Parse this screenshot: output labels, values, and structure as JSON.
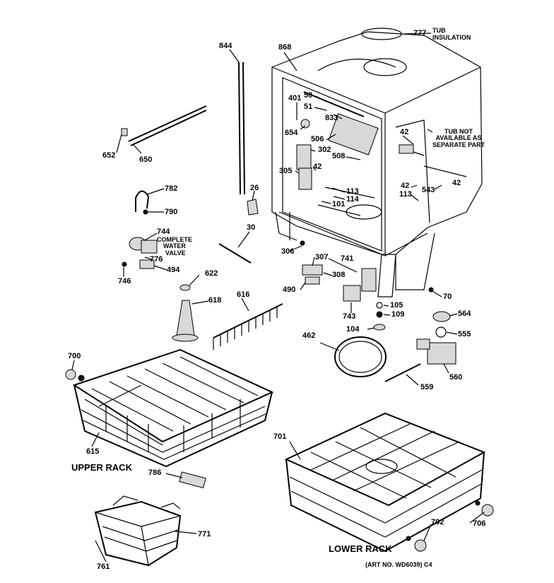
{
  "labels": {
    "777": "777",
    "tub_insulation_1": "TUB",
    "tub_insulation_2": "INSULATION",
    "844": "844",
    "868": "868",
    "401": "401",
    "50": "50",
    "51": "51",
    "833": "833",
    "654": "654",
    "506": "506",
    "302": "302",
    "508": "508",
    "42a": "42",
    "305": "305",
    "42b": "42",
    "42c": "42",
    "42d": "42",
    "113a": "113",
    "113b": "113",
    "114": "114",
    "101": "101",
    "543": "543",
    "652": "652",
    "650": "650",
    "26": "26",
    "782": "782",
    "790": "790",
    "30": "30",
    "744": "744",
    "776": "776",
    "494": "494",
    "746": "746",
    "306": "306",
    "307": "307",
    "741": "741",
    "308": "308",
    "490": "490",
    "622": "622",
    "618": "618",
    "616": "616",
    "743": "743",
    "105": "105",
    "109": "109",
    "104": "104",
    "70": "70",
    "564": "564",
    "555": "555",
    "462": "462",
    "700": "700",
    "560": "560",
    "559": "559",
    "615": "615",
    "701": "701",
    "786": "786",
    "771": "771",
    "702": "702",
    "706": "706",
    "761": "761"
  },
  "notes": {
    "complete_water_valve": [
      "COMPLETE",
      "WATER",
      "VALVE"
    ],
    "tub_not_available": [
      "TUB NOT",
      "AVAILABLE AS",
      "SEPARATE PART"
    ]
  },
  "captions": {
    "upper_rack": "UPPER RACK",
    "lower_rack": "LOWER RACK",
    "art_no": "(ART NO. WD6039) C4"
  }
}
